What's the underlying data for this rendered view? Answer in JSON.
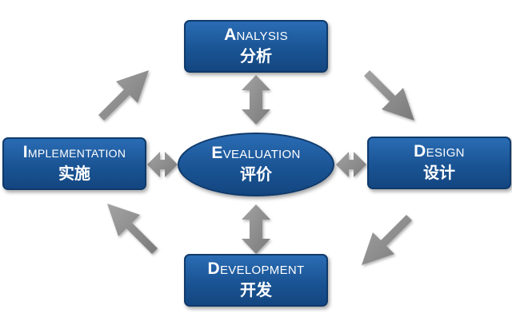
{
  "nodes": {
    "analysis": {
      "en_first": "A",
      "en_rest": "NALYSIS",
      "zh": "分析"
    },
    "design": {
      "en_first": "D",
      "en_rest": "ESIGN",
      "zh": "设计"
    },
    "development": {
      "en_first": "D",
      "en_rest": "EVELOPMENT",
      "zh": "开发"
    },
    "implementation": {
      "en_first": "I",
      "en_rest": "MPLEMENTATION",
      "zh": "实施"
    },
    "evaluation": {
      "en_first": "E",
      "en_rest": "VEALUATION",
      "zh": "评价"
    }
  },
  "colors": {
    "node_fill": "#1a5494",
    "node_border": "#0f3a6b",
    "arrow_fill": "#8c8c8c"
  }
}
